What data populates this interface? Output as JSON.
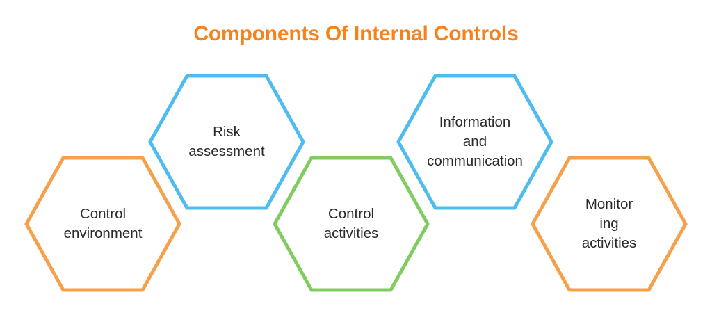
{
  "page": {
    "title": "Components Of Internal Controls",
    "background_color": "#ffffff",
    "title_color": "#F7821B",
    "text_color": "#2B2B2B"
  },
  "palette": {
    "orange": "#F5A04A",
    "blue": "#4FBCF0",
    "green": "#82CB62"
  },
  "diagram": {
    "type": "hexagon-chain",
    "count": 5,
    "nodes": [
      {
        "id": "control-environment",
        "label": "Control\nenvironment",
        "color": "#F5A04A",
        "color_name": "orange",
        "row": "lower",
        "order": 1
      },
      {
        "id": "risk-assessment",
        "label": "Risk\nassessment",
        "color": "#4FBCF0",
        "color_name": "blue",
        "row": "upper",
        "order": 2
      },
      {
        "id": "control-activities",
        "label": "Control\nactivities",
        "color": "#82CB62",
        "color_name": "green",
        "row": "lower",
        "order": 3
      },
      {
        "id": "information-and-communication",
        "label": "Information\nand\ncommunication",
        "color": "#4FBCF0",
        "color_name": "blue",
        "row": "upper",
        "order": 4
      },
      {
        "id": "monitoring-activities",
        "label": "Monitor\ning\nactivities",
        "color": "#F5A04A",
        "color_name": "orange",
        "row": "lower",
        "order": 5
      }
    ]
  }
}
